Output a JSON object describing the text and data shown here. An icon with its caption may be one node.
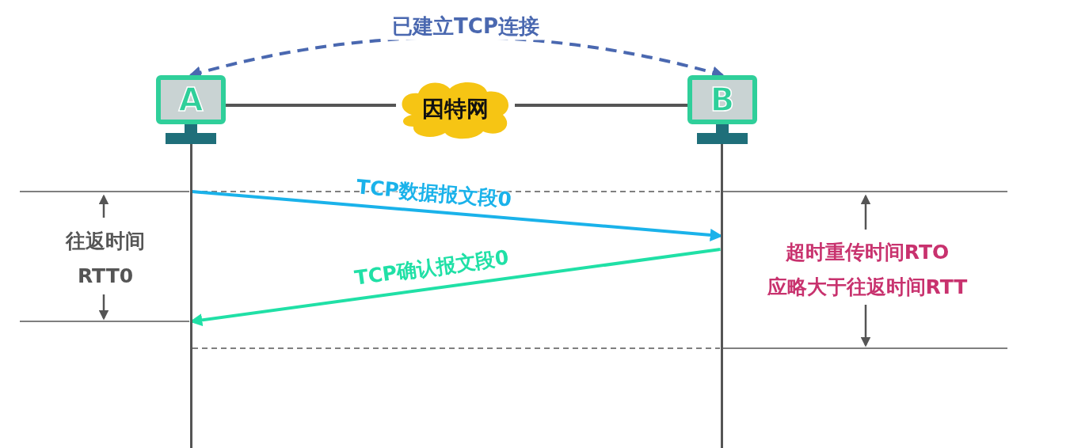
{
  "diagram": {
    "nodes": [
      {
        "text": [
          "A"
        ]
      },
      {
        "text": [
          "因特网"
        ]
      },
      {
        "text": [
          "B"
        ]
      },
      {
        "text": [],
        "shape": "line"
      },
      {
        "text": [],
        "shape": "line"
      }
    ],
    "edges": [
      {
        "from": 0,
        "to": 2,
        "arrow": "both",
        "label": "已建立TCP连接",
        "style": "dashed",
        "color": "#4a68b0"
      },
      {
        "from": 0,
        "to": 1,
        "arrow": "none",
        "color": "#555555"
      },
      {
        "from": 1,
        "to": 2,
        "arrow": "none",
        "color": "#555555"
      },
      {
        "from": 3,
        "to": 4,
        "arrow": "to",
        "label": "TCP数据报文段0",
        "color": "#1ab2ea"
      },
      {
        "from": 4,
        "to": 3,
        "arrow": "to",
        "label": "TCP确认报文段0",
        "color": "#20e0a6"
      }
    ],
    "labels": [
      "往返时间",
      "RTT0",
      "超时重传时间RTO",
      "应略大于往返时间RTT"
    ]
  }
}
